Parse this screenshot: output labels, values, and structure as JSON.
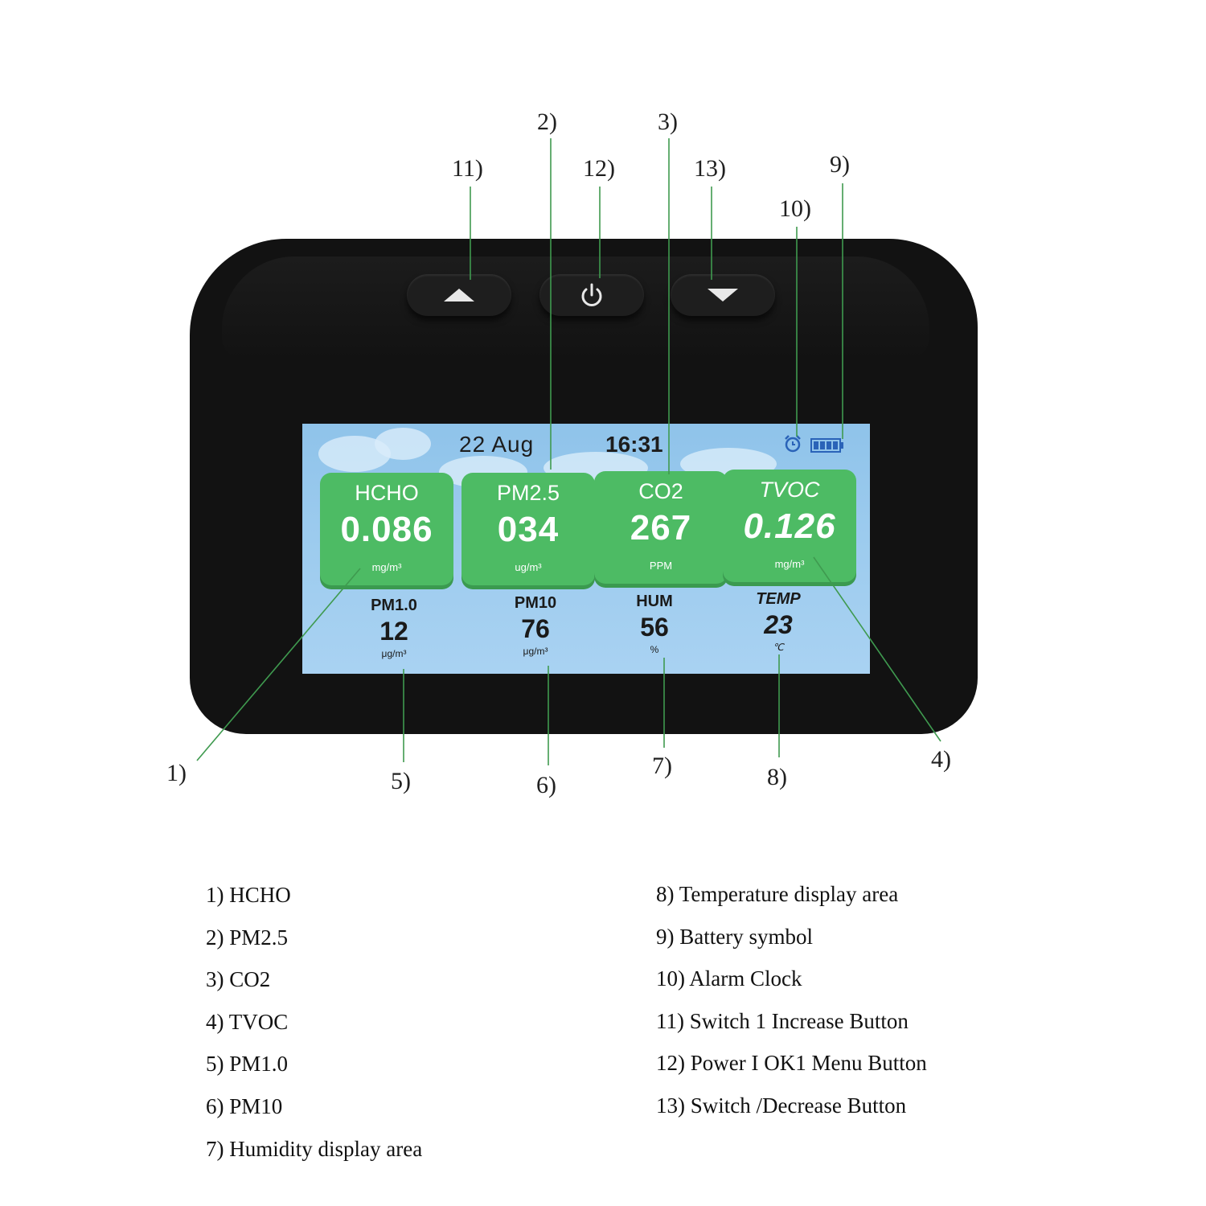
{
  "screen": {
    "date": "22  Aug",
    "time": "16:31",
    "cards": [
      {
        "label": "HCHO",
        "value": "0.086",
        "unit": "mg/m³"
      },
      {
        "label": "PM2.5",
        "value": "034",
        "unit": "ug/m³"
      },
      {
        "label": "CO2",
        "value": "267",
        "unit": "PPM"
      },
      {
        "label": "TVOC",
        "value": "0.126",
        "unit": "mg/m³"
      }
    ],
    "readings": [
      {
        "label": "PM1.0",
        "value": "12",
        "unit": "μg/m³"
      },
      {
        "label": "PM10",
        "value": "76",
        "unit": "μg/m³"
      },
      {
        "label": "HUM",
        "value": "56",
        "unit": "%"
      },
      {
        "label": "TEMP",
        "value": "23",
        "unit": "℃"
      }
    ]
  },
  "callouts": {
    "c1": "1)",
    "c2": "2)",
    "c3": "3)",
    "c4": "4)",
    "c5": "5)",
    "c6": "6)",
    "c7": "7)",
    "c8": "8)",
    "c9": "9)",
    "c10": "10)",
    "c11": "11)",
    "c12": "12)",
    "c13": "13)"
  },
  "legend": {
    "left": [
      "1) HCHO",
      "2) PM2.5",
      "3) CO2",
      "4) TVOC",
      "5) PM1.0",
      "6) PM10",
      "7) Humidity display area"
    ],
    "right": [
      "8) Temperature display area",
      "9) Battery symbol",
      "10) Alarm Clock",
      "11) Switch 1 Increase Button",
      "12) Power I OK1 Menu Button",
      "13) Switch /Decrease Button"
    ]
  },
  "colors": {
    "card": "#4dbb64",
    "leader": "#3f9a4f",
    "screen": "#9ccbee",
    "device": "#121212"
  },
  "icons": [
    "up-arrow-icon",
    "power-icon",
    "down-arrow-icon",
    "alarm-clock-icon",
    "battery-icon"
  ]
}
